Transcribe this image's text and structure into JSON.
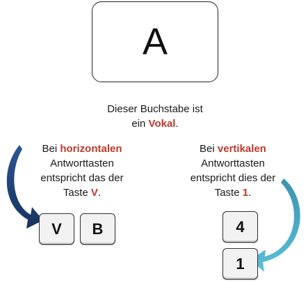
{
  "stimulus": {
    "letter": "A"
  },
  "description": {
    "line1": "Dieser Buchstabe ist",
    "line2_pre": "ein ",
    "line2_highlight": "Vokal",
    "line2_post": "."
  },
  "horizontal": {
    "line1_pre": "Bei ",
    "line1_highlight": "horizontalen",
    "line2": "Antworttasten",
    "line3": "entspricht das der",
    "line4_pre": "Taste ",
    "line4_highlight": "V",
    "line4_post": ".",
    "keys": [
      "V",
      "B"
    ]
  },
  "vertical": {
    "line1_pre": "Bei ",
    "line1_highlight": "vertikalen",
    "line2": "Antworttasten",
    "line3": "entspricht dies der",
    "line4_pre": "Taste ",
    "line4_highlight": "1",
    "line4_post": ".",
    "keys": [
      "4",
      "1"
    ]
  },
  "colors": {
    "highlight": "#c0392b",
    "arrow_left": "#1f3f73",
    "arrow_right": "#45a9c4"
  }
}
